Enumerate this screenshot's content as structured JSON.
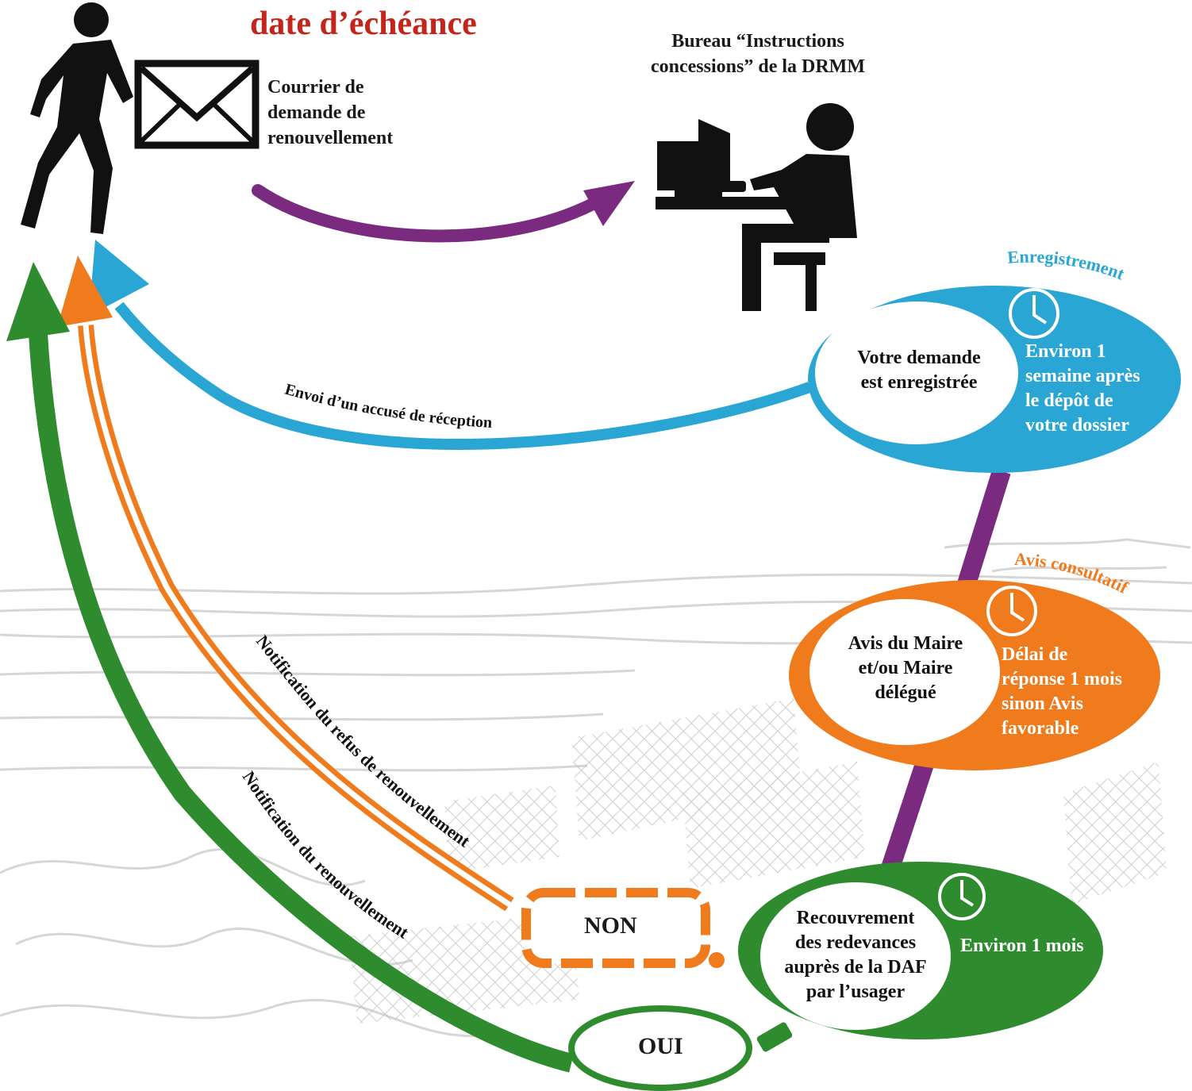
{
  "title": "date d’échéance",
  "courrier": [
    "Courrier de",
    "demande de",
    "renouvellement"
  ],
  "bureau": [
    "Bureau “Instructions",
    "concessions” de la DRMM"
  ],
  "enregistrement": {
    "heading": "Enregistrement",
    "circle": [
      "Votre demande",
      "est enregistrée"
    ],
    "delay": [
      "Environ 1",
      "semaine après",
      "le dépôt de",
      "votre dossier"
    ]
  },
  "avis": {
    "heading": "Avis consultatif",
    "circle": [
      "Avis du Maire",
      "et/ou Maire",
      "délégué"
    ],
    "delay": [
      "Délai de",
      "réponse 1 mois",
      "sinon Avis",
      "favorable"
    ]
  },
  "recouvrement": {
    "circle": [
      "Recouvrement",
      "des redevances",
      "auprès de la DAF",
      "par l’usager"
    ],
    "delay": "Environ 1 mois"
  },
  "arrows": {
    "accuse": "Envoi d’un accusé de réception",
    "refus": "Notification du refus de renouvellement",
    "renouvellement": "Notification du renouvellement"
  },
  "choices": {
    "non": "NON",
    "oui": "OUI"
  },
  "colors": {
    "title": "#c4241a",
    "purple": "#7a2b7f",
    "blue": "#2aa6d4",
    "orange": "#f07b1d",
    "green": "#2e8b2e",
    "sketch": "#cfcfcf"
  }
}
